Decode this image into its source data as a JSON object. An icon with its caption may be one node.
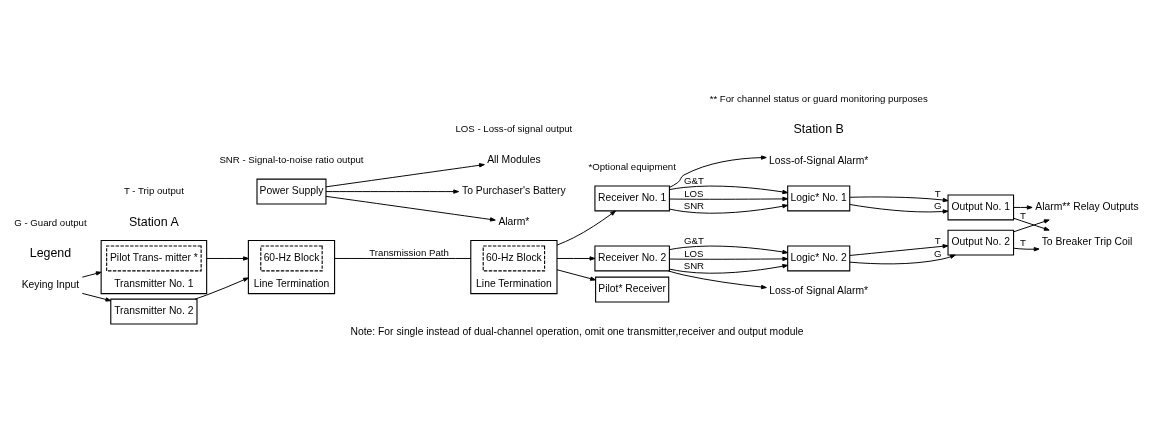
{
  "diagram": {
    "caption": "Note: For single instead of dual-channel operation, omit one transmitter,receiver and output module",
    "nodes": [
      {
        "text": [
          "Keying Input"
        ]
      },
      {
        "text": [
          "Transmitter No. 1"
        ]
      },
      {
        "text": [
          "Pilot Trans- mitter *"
        ],
        "in": 1
      },
      {
        "text": [
          "Transmitter No. 2"
        ]
      },
      {
        "text": [
          "Line Termination"
        ]
      },
      {
        "text": [
          "60-Hz Block"
        ],
        "in": 4
      },
      {
        "text": [
          "Line Termination"
        ]
      },
      {
        "text": [
          "60-Hz Block"
        ],
        "in": 6
      },
      {
        "text": [
          "Receiver No. 1"
        ]
      },
      {
        "text": [
          "Pilot* Receiver"
        ]
      },
      {
        "text": [
          "Receiver No. 2"
        ]
      },
      {
        "text": [
          "Loss-of-Signal Alarm*"
        ]
      },
      {
        "text": [
          "Loss-of Signal Alarm*"
        ]
      },
      {
        "text": [
          "Logic* No. 1"
        ]
      },
      {
        "text": [
          "Logic* No. 2"
        ]
      },
      {
        "text": [
          "Output No. 1"
        ]
      },
      {
        "text": [
          "Output No. 2"
        ]
      },
      {
        "text": [
          "Alarm** Relay Outputs"
        ]
      },
      {
        "text": [
          "To Breaker Trip Coil"
        ]
      },
      {
        "text": [
          "Power Supply"
        ]
      },
      {
        "text": [
          "All Modules"
        ]
      },
      {
        "text": [
          "To Purchaser's Battery"
        ]
      },
      {
        "text": [
          "Alarm*"
        ]
      }
    ],
    "edges": [
      {
        "from": 0,
        "to": 1,
        "arrow": "to"
      },
      {
        "from": 0,
        "to": 3,
        "arrow": "to"
      },
      {
        "from": 1,
        "to": 4,
        "arrow": "to"
      },
      {
        "from": 3,
        "to": 4,
        "arrow": "to"
      },
      {
        "from": 4,
        "to": 6,
        "arrow": "none",
        "label": "Transmission Path"
      },
      {
        "from": 6,
        "to": 8,
        "arrow": "to"
      },
      {
        "from": 6,
        "to": 9,
        "arrow": "to"
      },
      {
        "from": 6,
        "to": 10,
        "arrow": "to"
      },
      {
        "from": 8,
        "to": 11,
        "arrow": "to"
      },
      {
        "from": 10,
        "to": 12,
        "arrow": "to"
      },
      {
        "from": 8,
        "to": 13,
        "arrow": "to",
        "label": "G&T"
      },
      {
        "from": 8,
        "to": 13,
        "arrow": "to",
        "label": "LOS"
      },
      {
        "from": 8,
        "to": 13,
        "arrow": "to",
        "label": "SNR"
      },
      {
        "from": 10,
        "to": 14,
        "arrow": "to",
        "label": "G&T"
      },
      {
        "from": 10,
        "to": 14,
        "arrow": "to",
        "label": "LOS"
      },
      {
        "from": 10,
        "to": 14,
        "arrow": "to",
        "label": "SNR"
      },
      {
        "from": 13,
        "to": 15,
        "arrow": "to",
        "label": "T"
      },
      {
        "from": 13,
        "to": 15,
        "arrow": "to",
        "label": "G"
      },
      {
        "from": 14,
        "to": 16,
        "arrow": "to",
        "label": "T"
      },
      {
        "from": 14,
        "to": 16,
        "arrow": "to",
        "label": "G"
      },
      {
        "from": 15,
        "to": 17,
        "arrow": "to"
      },
      {
        "from": 16,
        "to": 17,
        "arrow": "to"
      },
      {
        "from": 15,
        "to": 18,
        "arrow": "to",
        "label": "T"
      },
      {
        "from": 16,
        "to": 18,
        "arrow": "to",
        "label": "T"
      },
      {
        "from": 19,
        "to": 20,
        "arrow": "to"
      },
      {
        "from": 19,
        "to": 21,
        "arrow": "to"
      },
      {
        "from": 19,
        "to": 22,
        "arrow": "to"
      }
    ],
    "labels": [
      "Station A",
      "Station B",
      "Legend",
      "G - Guard output",
      "T - Trip output",
      "SNR - Signal-to-noise ratio output",
      "LOS - Loss-of signal output",
      "*Optional equipment",
      "** For channel status or guard monitoring purposes"
    ]
  }
}
